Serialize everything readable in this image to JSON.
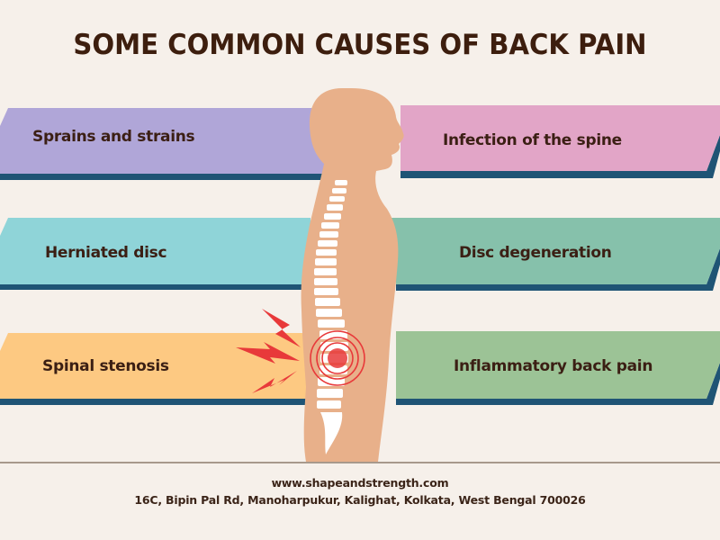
{
  "title": "SOME COMMON CAUSES OF BACK PAIN",
  "causes": {
    "left": [
      {
        "label": "Sprains and strains",
        "color": "#b0a6d8"
      },
      {
        "label": "Herniated disc",
        "color": "#8fd4d8"
      },
      {
        "label": "Spinal stenosis",
        "color": "#fdc982"
      }
    ],
    "right": [
      {
        "label": "Infection of the spine",
        "color": "#e2a5c7"
      },
      {
        "label": "Disc degeneration",
        "color": "#86c1ab"
      },
      {
        "label": "Inflammatory back pain",
        "color": "#9cc396"
      }
    ]
  },
  "illustration": {
    "subject": "human-silhouette-with-spine",
    "pain_indicator": "lumbar-pain-rings-and-lightning",
    "skin_color": "#e8b08a",
    "spine_color": "#ffffff",
    "pain_color": "#e8393a",
    "stripe_color": "#1f5475"
  },
  "footer": {
    "website": "www.shapeandstrength.com",
    "address": "16C, Bipin Pal Rd, Manoharpukur, Kalighat, Kolkata, West Bengal 700026"
  }
}
